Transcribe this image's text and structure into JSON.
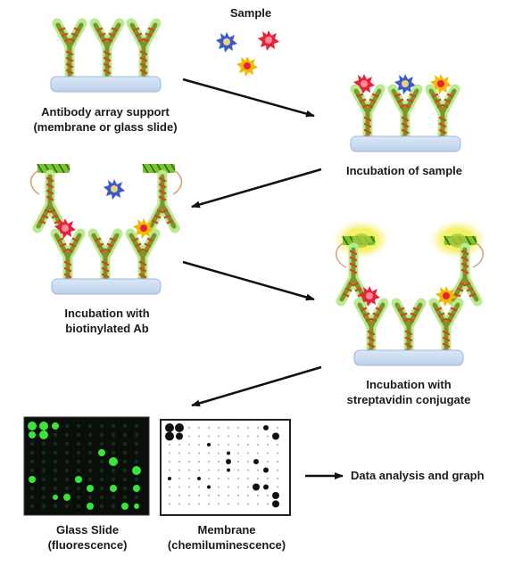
{
  "labels": {
    "sample": "Sample",
    "step1_line1": "Antibody array support",
    "step1_line2": "(membrane or glass slide)",
    "step2": "Incubation of sample",
    "step3_line1": "Incubation with",
    "step3_line2": "biotinylated Ab",
    "step4_line1": "Incubation with",
    "step4_line2": "streptavidin conjugate",
    "glass_line1": "Glass Slide",
    "glass_line2": "(fluorescence)",
    "membrane_line1": "Membrane",
    "membrane_line2": "(chemiluminescence)",
    "result": "Data analysis and graph"
  },
  "colors": {
    "support": "#c5d8ee",
    "support_stroke": "#9bb8d8",
    "antibody_halo": "#a9e07a",
    "antibody_body": "#8a9a2a",
    "antibody_helix": "#c8501e",
    "antigen_red": "#e8203a",
    "antigen_blue": "#3a5ad0",
    "antigen_yellow": "#f5b800",
    "biotin": "#6fb824",
    "glow": "#f4f000",
    "arrow": "#111111",
    "fluor_spot": "#39e639",
    "membrane_spot": "#111111"
  },
  "icons": [
    "antibody-icon",
    "antigen-star-icon",
    "biotin-helix-icon",
    "streptavidin-glow-icon"
  ]
}
